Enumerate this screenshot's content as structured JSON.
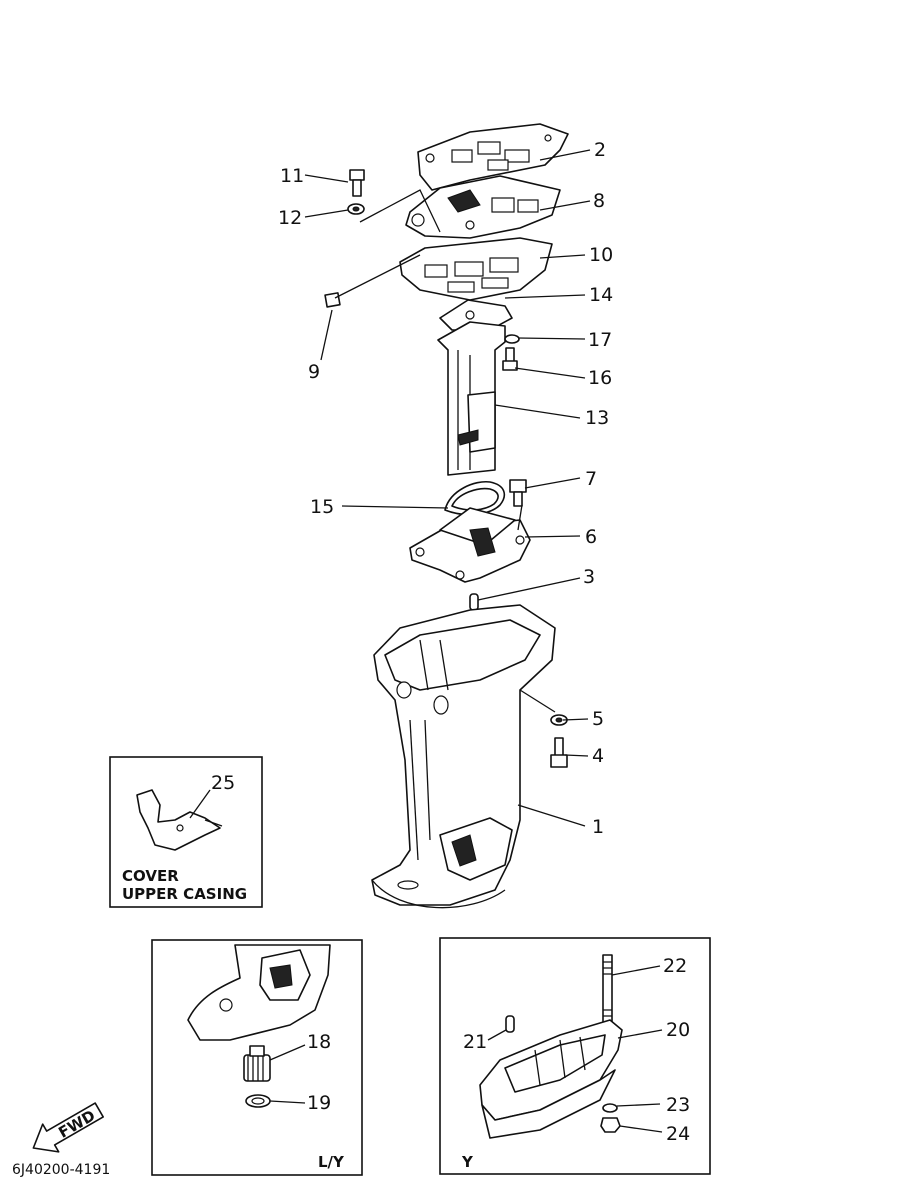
{
  "callouts": {
    "c1": "1",
    "c2": "2",
    "c3": "3",
    "c4": "4",
    "c5": "5",
    "c6": "6",
    "c7": "7",
    "c8": "8",
    "c9": "9",
    "c10": "10",
    "c11": "11",
    "c12": "12",
    "c13": "13",
    "c14": "14",
    "c15": "15",
    "c16": "16",
    "c17": "17",
    "c18": "18",
    "c19": "19",
    "c20": "20",
    "c21": "21",
    "c22": "22",
    "c23": "23",
    "c24": "24",
    "c25": "25"
  },
  "inset_cover": {
    "line1": "COVER",
    "line2": "UPPER CASING"
  },
  "inset_ly": {
    "label": "L/Y"
  },
  "inset_y": {
    "label": "Y"
  },
  "fwd_label": "FWD",
  "drawing_code": "6J40200-4191"
}
